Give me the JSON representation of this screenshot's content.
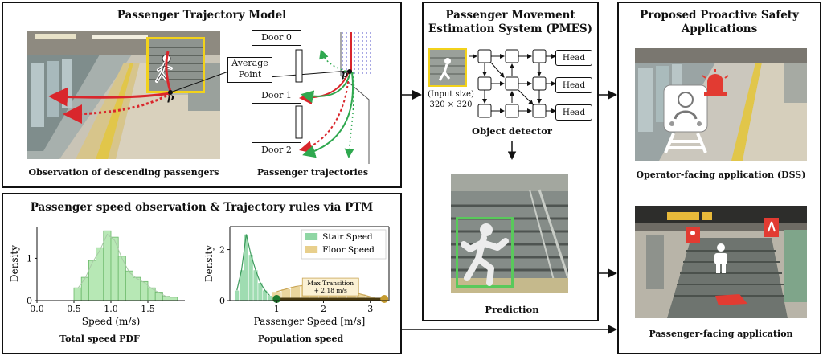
{
  "ptm": {
    "title": "Passenger Trajectory Model",
    "obs_caption": "Observation of descending passengers",
    "traj_caption": "Passenger trajectories",
    "avg_point_label": "Average\nPoint",
    "avg_point_line1": "Average",
    "avg_point_line2": "Point",
    "p_label": "p",
    "doors": [
      "Door 0",
      "Door 1",
      "Door 2"
    ]
  },
  "speed": {
    "title": "Passenger speed observation & Trajectory rules via PTM",
    "pdf_caption": "Total speed PDF",
    "pop_caption": "Population speed"
  },
  "pmes": {
    "title_line1": "Passenger Movement",
    "title_line2": "Estimation System (PMES)",
    "input_line1": "(Input size)",
    "input_line2": "320 × 320",
    "detector_label": "Object detector",
    "heads": [
      "Head",
      "Head",
      "Head"
    ],
    "prediction_caption": "Prediction"
  },
  "apps": {
    "title_line1": "Proposed Proactive Safety",
    "title_line2": "Applications",
    "operator_caption": "Operator-facing application (DSS)",
    "passenger_caption": "Passenger-facing application"
  },
  "colors": {
    "stair": "#8fd6a4",
    "floor": "#e8cf8c",
    "hist": "#b7e8b5",
    "red_traj": "#d9262c",
    "green_traj": "#2fa84f",
    "yellow_box": "#f2d21b",
    "alarm": "#e23b32"
  },
  "chart_data": [
    {
      "type": "bar",
      "title": "",
      "xlabel": "Speed (m/s)",
      "ylabel": "Density",
      "xlim": [
        0.0,
        2.0
      ],
      "ylim": [
        0,
        1.75
      ],
      "x_ticks": [
        "0.0",
        "0.5",
        "1.0",
        "1.5"
      ],
      "y_ticks": [
        "0",
        "1"
      ],
      "bin_edges": [
        0.5,
        0.6,
        0.7,
        0.8,
        0.9,
        1.0,
        1.1,
        1.2,
        1.3,
        1.4,
        1.5,
        1.6,
        1.7,
        1.8,
        1.9
      ],
      "values": [
        0.3,
        0.55,
        0.95,
        1.25,
        1.65,
        1.5,
        1.05,
        0.7,
        0.55,
        0.45,
        0.3,
        0.2,
        0.1,
        0.08
      ]
    },
    {
      "type": "area",
      "title": "",
      "xlabel": "Passenger Speed [m/s]",
      "ylabel": "Density",
      "xlim": [
        0,
        3.4
      ],
      "ylim": [
        0,
        2.9
      ],
      "x_ticks": [
        "1",
        "2",
        "3"
      ],
      "y_ticks": [
        "0",
        "2"
      ],
      "legend_position": "top-right",
      "series": [
        {
          "name": "Stair Speed",
          "bin_edges": [
            0.1,
            0.2,
            0.3,
            0.4,
            0.5,
            0.6,
            0.7,
            0.8,
            0.9
          ],
          "values": [
            0.4,
            1.2,
            2.6,
            1.8,
            1.2,
            0.7,
            0.4,
            0.2
          ]
        },
        {
          "name": "Floor Speed",
          "bin_edges": [
            0.9,
            1.1,
            1.3,
            1.5,
            1.7,
            1.9,
            2.1,
            2.3,
            2.5,
            2.7,
            2.9,
            3.1
          ],
          "values": [
            0.35,
            0.45,
            0.55,
            0.6,
            0.65,
            0.6,
            0.55,
            0.45,
            0.35,
            0.25,
            0.15
          ]
        }
      ],
      "annotation_line1": "Max Transition",
      "annotation_line2": "+ 2.18 m/s",
      "markers_x": [
        1.0,
        3.3
      ]
    }
  ]
}
